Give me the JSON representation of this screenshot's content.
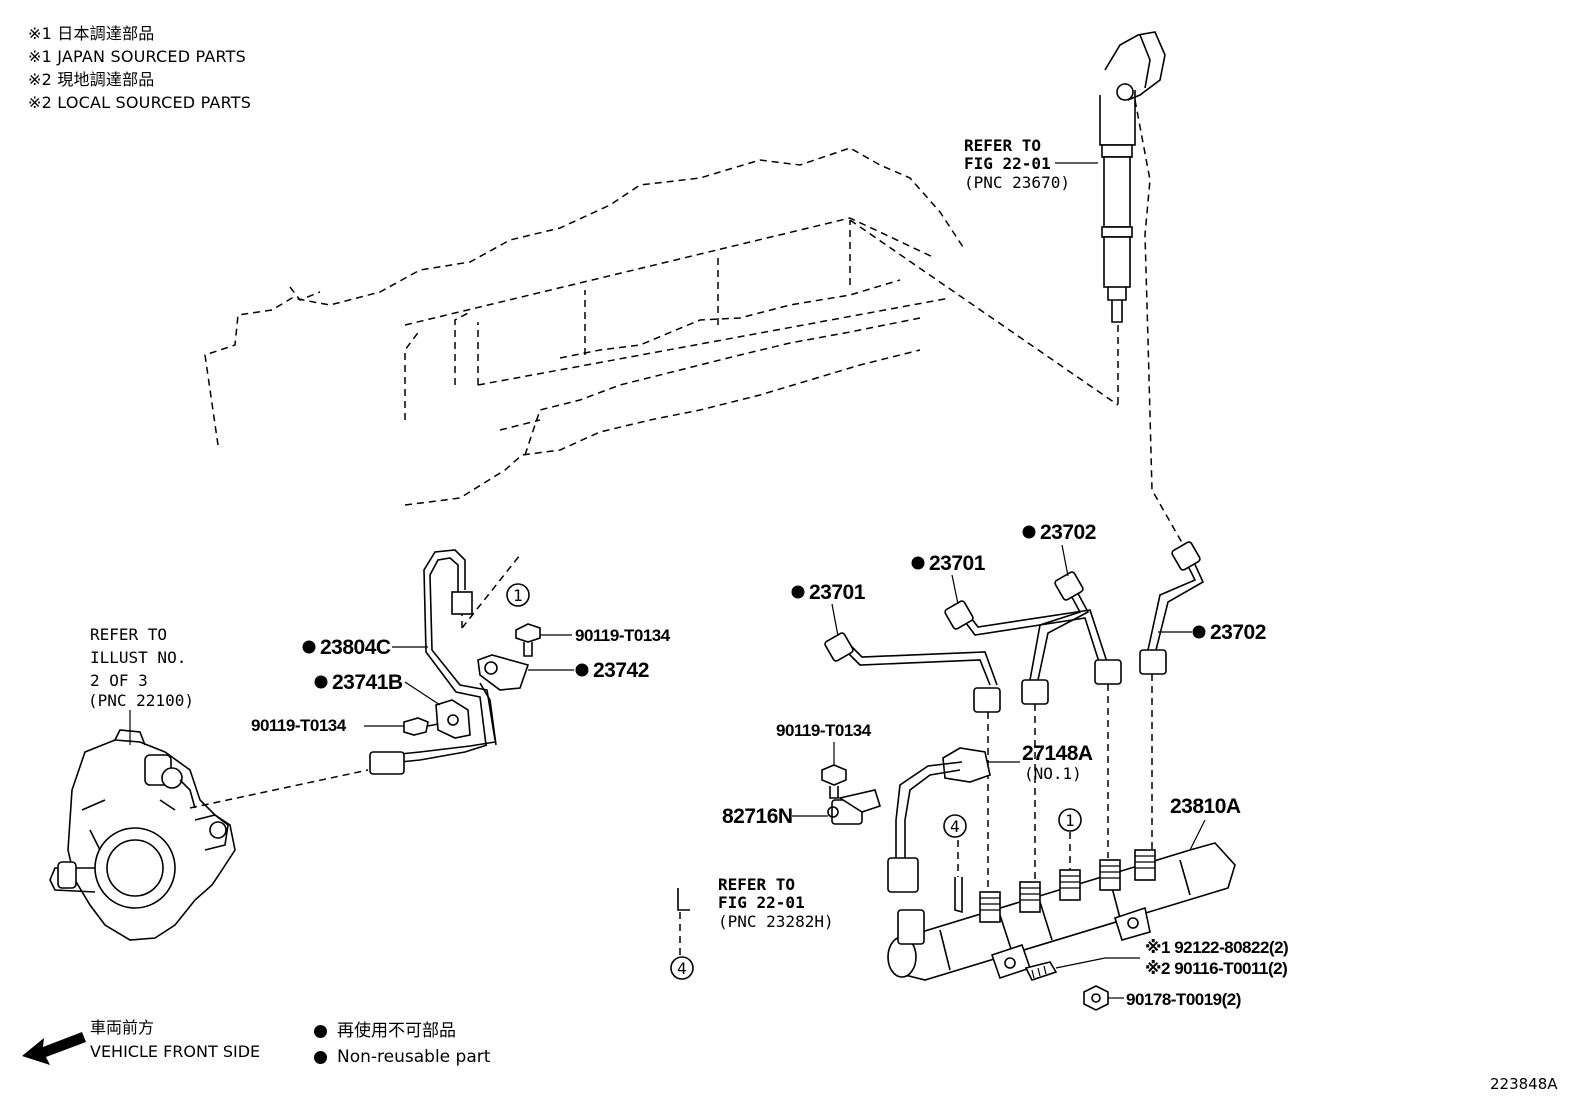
{
  "notes": [
    "※1 日本調達部品",
    "※1 JAPAN SOURCED PARTS",
    "※2 現地調達部品",
    "※2 LOCAL SOURCED PARTS"
  ],
  "refs": {
    "injector_ref": [
      "REFER TO",
      "FIG 22-01",
      "(PNC 23670)"
    ],
    "pump_ref": [
      "REFER TO",
      "ILLUST NO.",
      "2 OF 3",
      "(PNC 22100)"
    ],
    "rail_ref": [
      "REFER TO",
      "FIG 22-01",
      "(PNC 23282H)"
    ]
  },
  "parts": {
    "p23804C": "23804C",
    "p23741B": "23741B",
    "p23742": "23742",
    "p23701a": "23701",
    "p23701b": "23701",
    "p23702a": "23702",
    "p23702b": "23702",
    "p27148A": "27148A",
    "p27148A_sub": "(NO.1)",
    "p23810A": "23810A",
    "p82716N": "82716N",
    "p90119_a": "90119-T0134",
    "p90119_b": "90119-T0134",
    "p90119_c": "90119-T0134",
    "p92122": "※1 92122-80822(2)",
    "p90116": "※2 90116-T0011(2)",
    "p90178": "90178-T0019(2)"
  },
  "callouts": {
    "c1a": "1",
    "c1b": "1",
    "c4a": "4",
    "c4b": "4"
  },
  "front": {
    "jp": "車両前方",
    "en": "VEHICLE FRONT SIDE"
  },
  "legend": {
    "jp": "再使用不可部品",
    "en": "Non-reusable part"
  },
  "figure_number": "223848A"
}
